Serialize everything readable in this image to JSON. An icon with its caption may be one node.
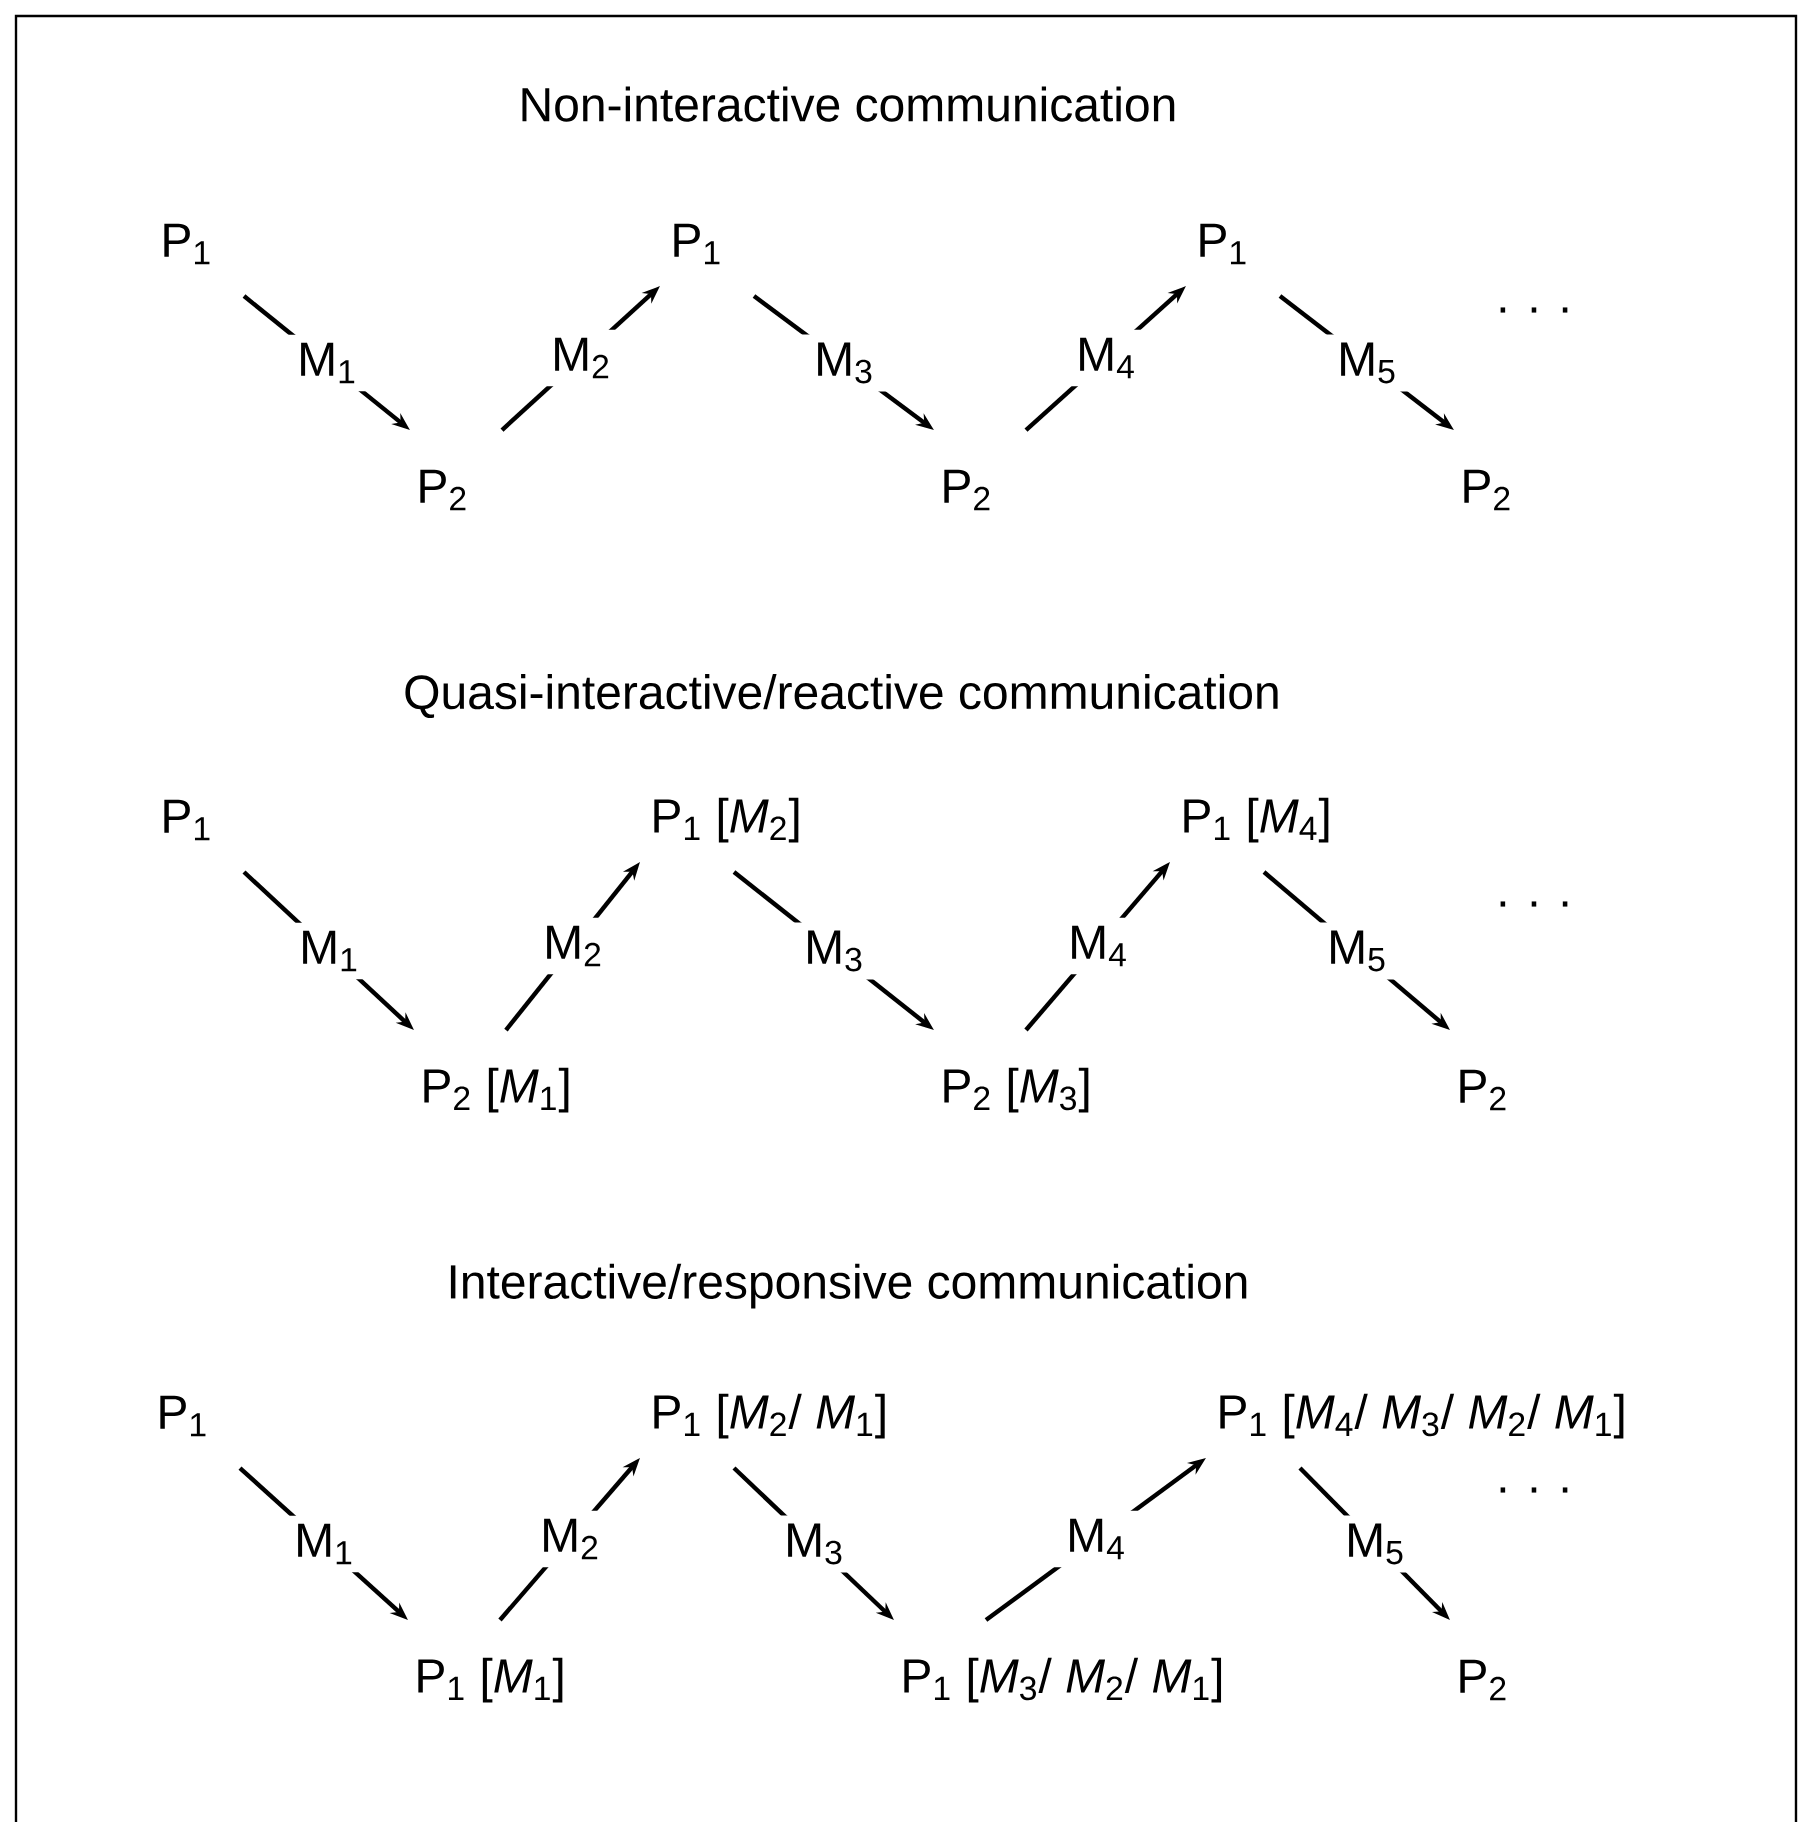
{
  "diagram": {
    "nodes": [
      {
        "text": [
          "P$_{1}$"
        ]
      },
      {
        "text": [
          "P$_{2}$"
        ]
      },
      {
        "text": [
          "P$_{1}$"
        ]
      },
      {
        "text": [
          "P$_{2}$"
        ]
      },
      {
        "text": [
          "P$_{1}$"
        ]
      },
      {
        "text": [
          "P$_{2}$"
        ]
      },
      {
        "text": [
          "P$_{1}$"
        ]
      },
      {
        "text": [
          "P$_{2}$ [*M*$_{1}$]"
        ]
      },
      {
        "text": [
          "P$_{1}$ [*M*$_{2}$]"
        ]
      },
      {
        "text": [
          "P$_{2}$ [*M*$_{3}$]"
        ]
      },
      {
        "text": [
          "P$_{1}$ [*M*$_{4}$]"
        ]
      },
      {
        "text": [
          "P$_{2}$"
        ]
      },
      {
        "text": [
          "P$_{1}$"
        ]
      },
      {
        "text": [
          "P$_{1}$ [*M*$_{1}$]"
        ]
      },
      {
        "text": [
          "P$_{1}$ [*M*$_{2}$/ *M*$_{1}$]"
        ]
      },
      {
        "text": [
          "P$_{1}$ [*M*$_{3}$/ *M*$_{2}$/ *M*$_{1}$]"
        ]
      },
      {
        "text": [
          "P$_{1}$ [*M*$_{4}$/ *M*$_{3}$/ *M*$_{2}$/ *M*$_{1}$]"
        ]
      },
      {
        "text": [
          "P$_{2}$"
        ]
      }
    ],
    "edges": [
      {
        "from": 0,
        "to": 1,
        "arrow": "to",
        "label": "M$_{1}$"
      },
      {
        "from": 1,
        "to": 2,
        "arrow": "to",
        "label": "M$_{2}$"
      },
      {
        "from": 2,
        "to": 3,
        "arrow": "to",
        "label": "M$_{3}$"
      },
      {
        "from": 3,
        "to": 4,
        "arrow": "to",
        "label": "M$_{4}$"
      },
      {
        "from": 4,
        "to": 5,
        "arrow": "to",
        "label": "M$_{5}$"
      },
      {
        "from": 6,
        "to": 7,
        "arrow": "to",
        "label": "M$_{1}$"
      },
      {
        "from": 7,
        "to": 8,
        "arrow": "to",
        "label": "M$_{2}$"
      },
      {
        "from": 8,
        "to": 9,
        "arrow": "to",
        "label": "M$_{3}$"
      },
      {
        "from": 9,
        "to": 10,
        "arrow": "to",
        "label": "M$_{4}$"
      },
      {
        "from": 10,
        "to": 11,
        "arrow": "to",
        "label": "M$_{5}$"
      },
      {
        "from": 12,
        "to": 13,
        "arrow": "to",
        "label": "M$_{1}$"
      },
      {
        "from": 13,
        "to": 14,
        "arrow": "to",
        "label": "M$_{2}$"
      },
      {
        "from": 14,
        "to": 15,
        "arrow": "to",
        "label": "M$_{3}$"
      },
      {
        "from": 15,
        "to": 16,
        "arrow": "to",
        "label": "M$_{4}$"
      },
      {
        "from": 16,
        "to": 17,
        "arrow": "to",
        "label": "M$_{5}$"
      }
    ],
    "labels": [
      "Non-interactive communication",
      ". . .",
      "Quasi-interactive/reactive communication",
      ". . .",
      "Interactive/responsive communication",
      ". . ."
    ]
  }
}
